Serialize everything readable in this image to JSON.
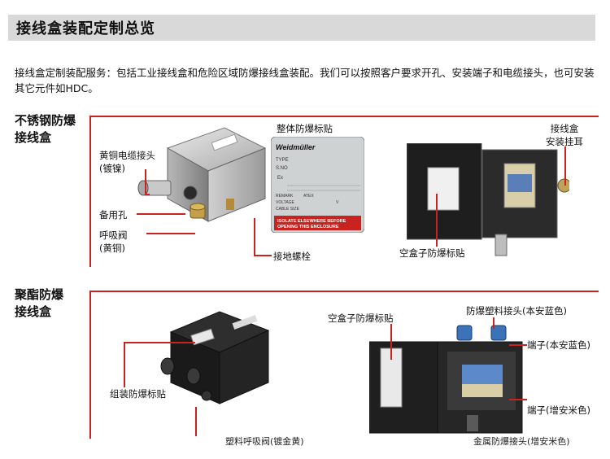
{
  "page_title": "接线盒装配定制总览",
  "intro_text": "接线盒定制装配服务：包括工业接线盒和危险区域防爆接线盒装配。我们可以按照客户要求开孔、安装端子和电缆接头，也可安装其它元件如HDC。",
  "section1": {
    "title_line1": "不锈钢防爆",
    "title_line2": "接线盒",
    "labels": {
      "brass_gland_1": "黄铜电缆接头",
      "brass_gland_2": "(镀镍)",
      "spare_hole": "备用孔",
      "breather_1": "呼吸阀",
      "breather_2": "(黄铜)",
      "ground_bolt": "接地螺栓",
      "whole_label": "整体防爆标贴",
      "empty_box_label": "空盒子防爆标贴",
      "mount_ear_1": "接线盒",
      "mount_ear_2": "安装挂耳"
    },
    "nameplate": {
      "brand": "Weidmüller",
      "type": "TYPE",
      "serial": "S.NO",
      "ex": "Ex",
      "remark": "REMARK",
      "atex": "ATEX",
      "voltage": "VOLTAGE",
      "voltage_unit": "V",
      "cable_size": "CABLE SIZE",
      "warning_1": "ISOLATE ELSEWHERE BEFORE",
      "warning_2": "OPENING THIS ENCLOSURE"
    }
  },
  "section2": {
    "title_line1": "聚酯防爆",
    "title_line2": "接线盒",
    "labels": {
      "assembled_label": "组装防爆标贴",
      "plastic_breather": "塑料呼吸阀(镀金黄)",
      "empty_box_label": "空盒子防爆标贴",
      "plastic_gland": "防爆塑料接头(本安蓝色)",
      "terminal_blue": "端子(本安蓝色)",
      "terminal_beige": "端子(增安米色)",
      "bottom_right": "金属防爆接头(增安米色)"
    }
  },
  "colors": {
    "accent_red": "#c8231e",
    "title_bar": "#d9d9d9"
  }
}
